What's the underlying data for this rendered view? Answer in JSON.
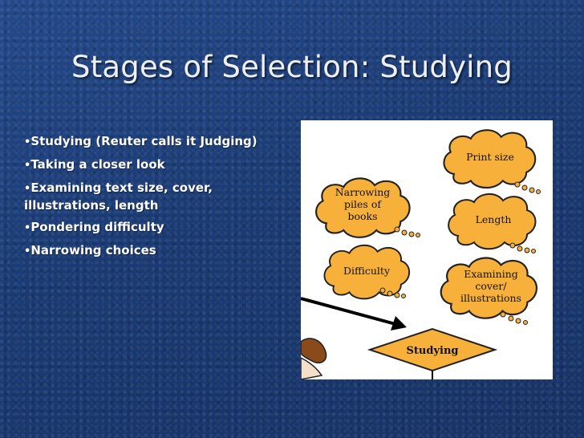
{
  "slide": {
    "title": "Stages of Selection: Studying",
    "bullets": [
      "Studying (Reuter calls it Judging)",
      "Taking a closer look",
      "Examining text size, cover, illustrations, length",
      "Pondering difficulty",
      "Narrowing choices"
    ]
  },
  "diagram": {
    "clouds": {
      "narrowing": [
        "Narrowing",
        "piles of",
        "books"
      ],
      "print_size": [
        "Print size"
      ],
      "length": [
        "Length"
      ],
      "difficulty": [
        "Difficulty"
      ],
      "examining": [
        "Examining",
        "cover/",
        "illustrations"
      ]
    },
    "center": "Studying"
  },
  "colors": {
    "background": "#1c3d78",
    "cloud_fill": "#f7b13a",
    "diamond_fill": "#f7b13a",
    "text": "#ffffff"
  }
}
